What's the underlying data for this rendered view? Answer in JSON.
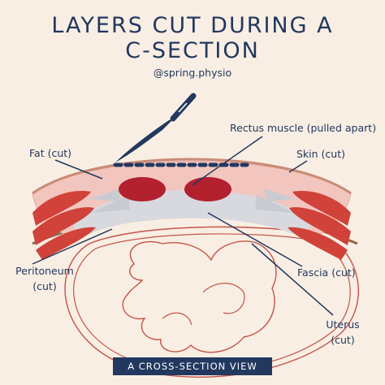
{
  "title_line1": "LAYERS CUT DURING A",
  "title_line2": "C-SECTION",
  "handle": "@spring.physio",
  "labels": {
    "fat": "Fat (cut)",
    "rectus": "Rectus muscle (pulled apart)",
    "skin": "Skin (cut)",
    "peritoneum_l1": "Peritoneum",
    "peritoneum_l2": "(cut)",
    "fascia": "Fascia  (cut)",
    "uterus_l1": "Uterus",
    "uterus_l2": "(cut)"
  },
  "banner": "A CROSS-SECTION VIEW",
  "colors": {
    "navy": "#22385f",
    "background": "#f9eee3",
    "fat": "#f2c6bf",
    "muscle_red": "#d0423a",
    "rectus": "#b3202e",
    "fascia": "#d7d9de",
    "outline_brown": "#9a4a3c",
    "uterus_line": "#c4544a"
  }
}
